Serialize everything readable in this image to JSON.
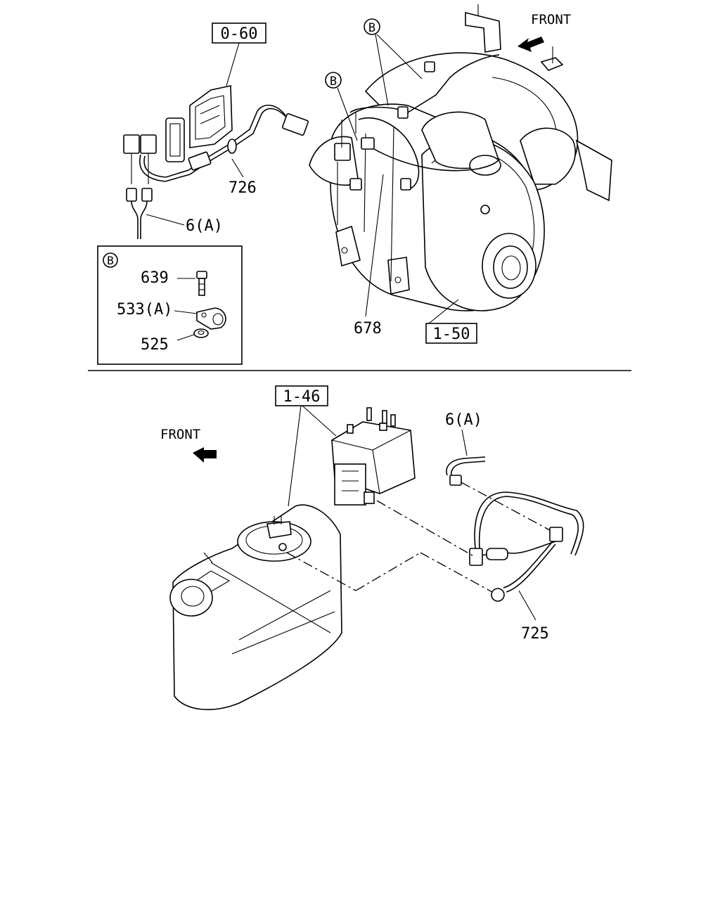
{
  "upper": {
    "front_label": "FRONT",
    "callouts": {
      "ref_0_60": "0-60",
      "ref_1_50": "1-50",
      "part_726": "726",
      "part_6a": "6(A)",
      "part_678": "678",
      "circle_b_1": "B",
      "circle_b_2": "B"
    },
    "inset": {
      "badge": "B",
      "part_639": "639",
      "part_533a": "533(A)",
      "part_525": "525"
    }
  },
  "lower": {
    "front_label": "FRONT",
    "callouts": {
      "ref_1_46": "1-46",
      "part_6a": "6(A)",
      "part_725": "725"
    }
  }
}
